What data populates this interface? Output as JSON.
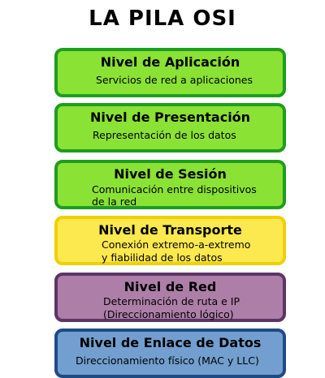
{
  "title": "LA PILA OSI",
  "colors": {
    "green_fill": "#8ae234",
    "green_border": "#1e9e1e",
    "yellow_fill": "#fce94f",
    "yellow_border": "#f0d000",
    "purple_fill": "#ad7fa8",
    "purple_border": "#5c3566",
    "blue_fill": "#729fcf",
    "blue_border": "#204a87"
  },
  "layers": [
    {
      "name": "Nivel de Aplicación",
      "desc": [
        "Servicios de red a aplicaciones"
      ],
      "fill": "#8ae234",
      "border": "#1e9e1e"
    },
    {
      "name": "Nivel de Presentación",
      "desc": [
        "Representación de los datos"
      ],
      "fill": "#8ae234",
      "border": "#1e9e1e"
    },
    {
      "name": "Nivel de Sesión",
      "desc": [
        "Comunicación entre dispositivos",
        "de la red"
      ],
      "fill": "#8ae234",
      "border": "#1e9e1e"
    },
    {
      "name": "Nivel de Transporte",
      "desc": [
        "Conexión extremo-a-extremo",
        "y fiabilidad de los datos"
      ],
      "fill": "#fce94f",
      "border": "#f0d000"
    },
    {
      "name": "Nivel de Red",
      "desc": [
        "Determinación de ruta e IP",
        "(Direccionamiento lógico)"
      ],
      "fill": "#ad7fa8",
      "border": "#5c3566"
    },
    {
      "name": "Nivel de Enlace de Datos",
      "desc": [
        "Direccionamiento físico (MAC y LLC)"
      ],
      "fill": "#729fcf",
      "border": "#204a87"
    }
  ]
}
